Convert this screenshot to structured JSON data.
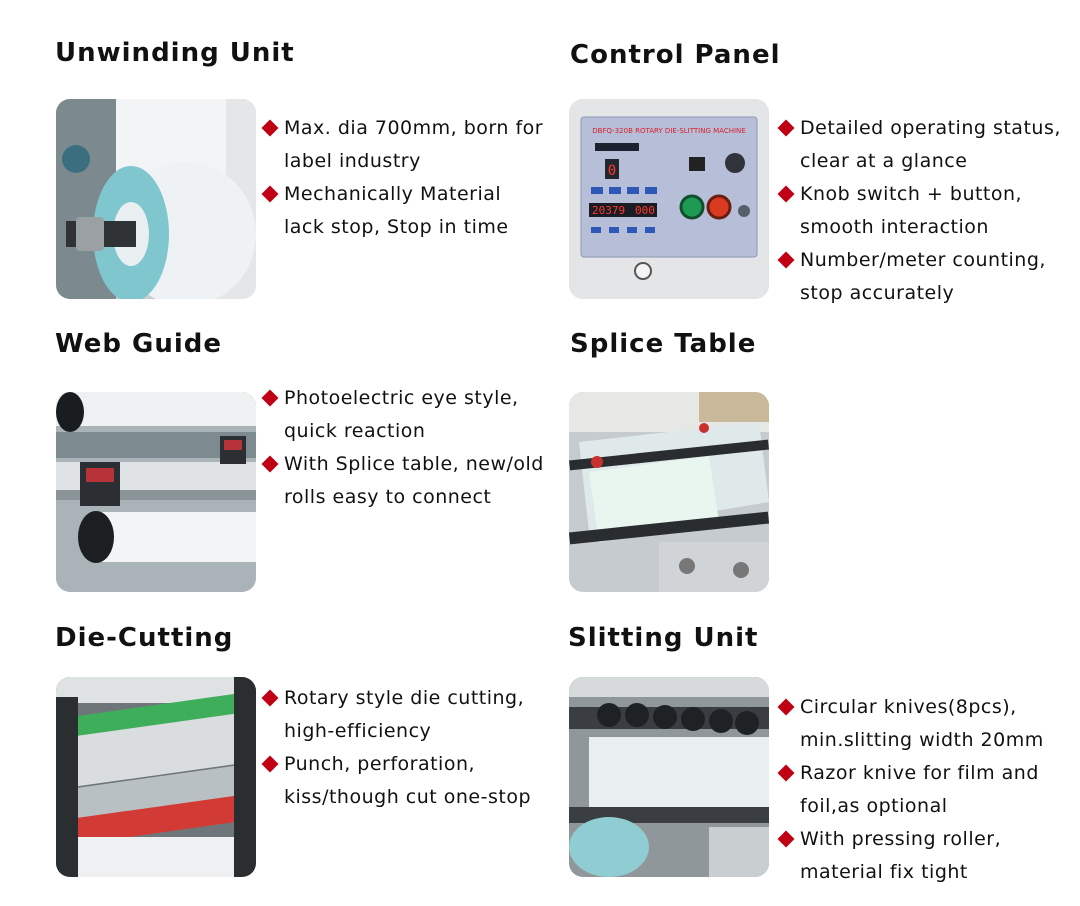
{
  "accent_color": "#c00014",
  "sections": [
    {
      "title": "Unwinding Unit",
      "photo_icon": "unwinding-roll-photo",
      "bullets": [
        "Max. dia 700mm, born for\nlabel industry",
        "Mechanically Material\nlack stop, Stop in time"
      ]
    },
    {
      "title": "Control Panel",
      "photo_icon": "control-panel-photo",
      "panel_label": "DBFQ-320B ROTARY DIE-SLITTING MACHINE",
      "counter_value": "20379",
      "counter_small": "000",
      "bullets": [
        "Detailed operating status,\nclear at a glance",
        "Knob switch + button,\nsmooth interaction",
        "Number/meter counting,\nstop accurately"
      ]
    },
    {
      "title": "Web Guide",
      "photo_icon": "web-guide-photo",
      "bullets": [
        "Photoelectric eye style,\nquick reaction",
        "With Splice table, new/old\nrolls easy to connect"
      ]
    },
    {
      "title": "Splice Table",
      "photo_icon": "splice-table-photo",
      "bullets": []
    },
    {
      "title": "Die-Cutting",
      "photo_icon": "die-cutting-photo",
      "bullets": [
        "Rotary style die cutting,\nhigh-efficiency",
        "Punch, perforation,\nkiss/though cut one-stop"
      ]
    },
    {
      "title": "Slitting Unit",
      "photo_icon": "slitting-unit-photo",
      "bullets": [
        "Circular knives(8pcs),\nmin.slitting width 20mm",
        "Razor knive for film and\nfoil,as optional",
        "With pressing roller,\nmaterial fix tight"
      ]
    }
  ]
}
